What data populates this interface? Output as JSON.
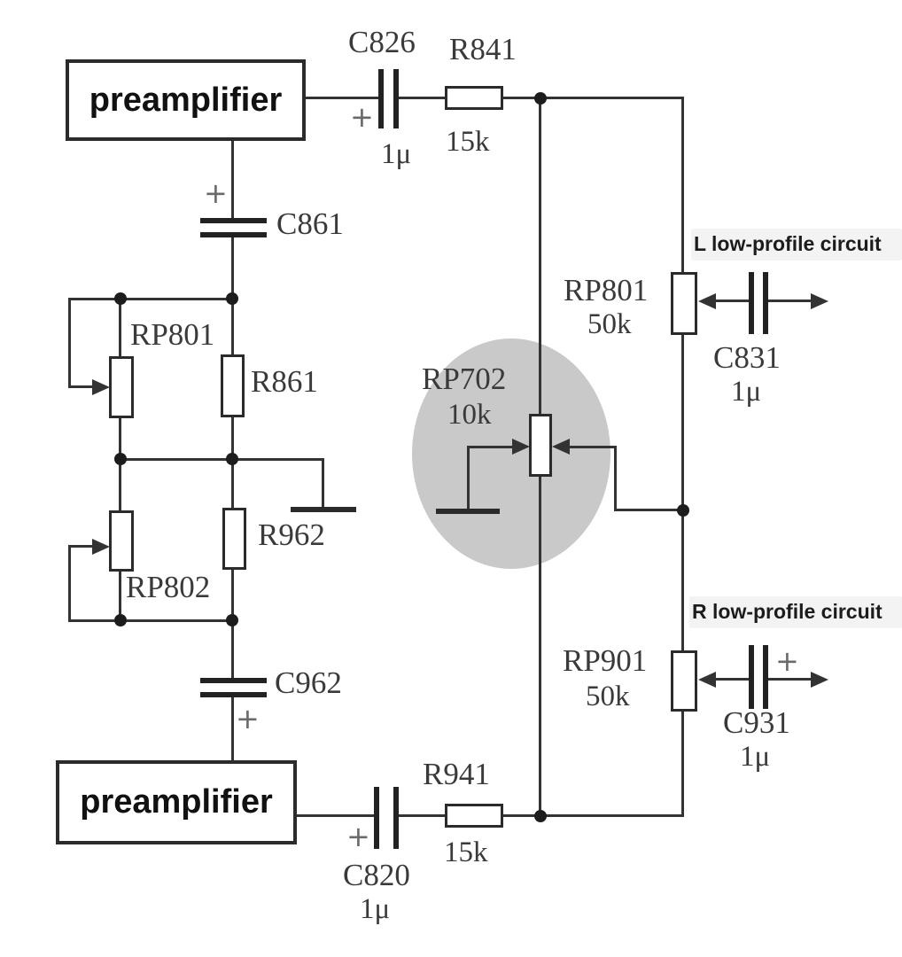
{
  "colors": {
    "background": "#ffffff",
    "line": "#333333",
    "component_fill": "#ffffff",
    "highlight_ellipse": "#c9c9c9",
    "label_text": "#3a3a3a",
    "overlay_text": "#1c1c1c"
  },
  "blocks": {
    "preamp_top": {
      "label": "preamplifier"
    },
    "preamp_bottom": {
      "label": "preamplifier"
    }
  },
  "channels": {
    "left": {
      "label": "L low-profile circuit"
    },
    "right": {
      "label": "R low-profile circuit"
    }
  },
  "components": {
    "c826": {
      "ref": "C826",
      "value": "1μ",
      "polarity": "+"
    },
    "r841": {
      "ref": "R841",
      "value": "15k"
    },
    "c861": {
      "ref": "C861",
      "polarity": "+"
    },
    "rp801_left": {
      "ref": "RP801"
    },
    "r861": {
      "ref": "R861"
    },
    "rp802": {
      "ref": "RP802"
    },
    "r962": {
      "ref": "R962"
    },
    "c962": {
      "ref": "C962",
      "polarity": "+"
    },
    "c820": {
      "ref": "C820",
      "value": "1μ",
      "polarity": "+"
    },
    "r941": {
      "ref": "R941",
      "value": "15k"
    },
    "rp702": {
      "ref": "RP702",
      "value": "10k"
    },
    "rp801_right": {
      "ref": "RP801",
      "value": "50k"
    },
    "c831": {
      "ref": "C831",
      "value": "1μ"
    },
    "rp901": {
      "ref": "RP901",
      "value": "50k"
    },
    "c931": {
      "ref": "C931",
      "value": "1μ",
      "polarity": "+"
    }
  }
}
